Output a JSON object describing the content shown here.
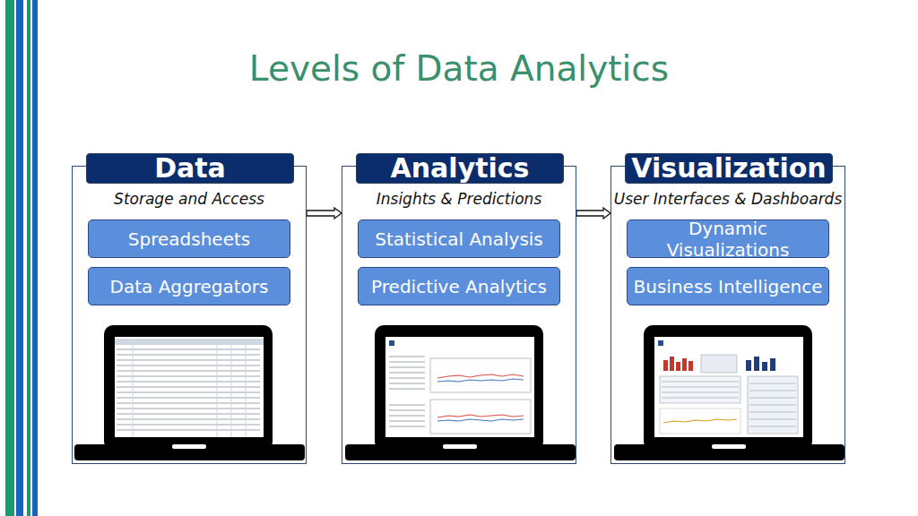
{
  "diagram": {
    "title": "Levels of Data Analytics",
    "nodes": [
      {
        "text": [
          "Data",
          "Storage and Access"
        ]
      },
      {
        "text": [
          "Spreadsheets"
        ],
        "in": 0
      },
      {
        "text": [
          "Data Aggregators"
        ],
        "in": 0
      },
      {
        "text": [
          "Analytics",
          "Insights & Predictions"
        ]
      },
      {
        "text": [
          "Statistical Analysis"
        ],
        "in": 3
      },
      {
        "text": [
          "Predictive Analytics"
        ],
        "in": 3
      },
      {
        "text": [
          "Visualization",
          "User Interfaces & Dashboards"
        ]
      },
      {
        "text": [
          "Dynamic Visualizations"
        ],
        "in": 6
      },
      {
        "text": [
          "Business Intelligence"
        ],
        "in": 6
      }
    ],
    "edges": [
      {
        "from": 0,
        "to": 3,
        "arrow": "to"
      },
      {
        "from": 3,
        "to": 6,
        "arrow": "to"
      }
    ]
  }
}
